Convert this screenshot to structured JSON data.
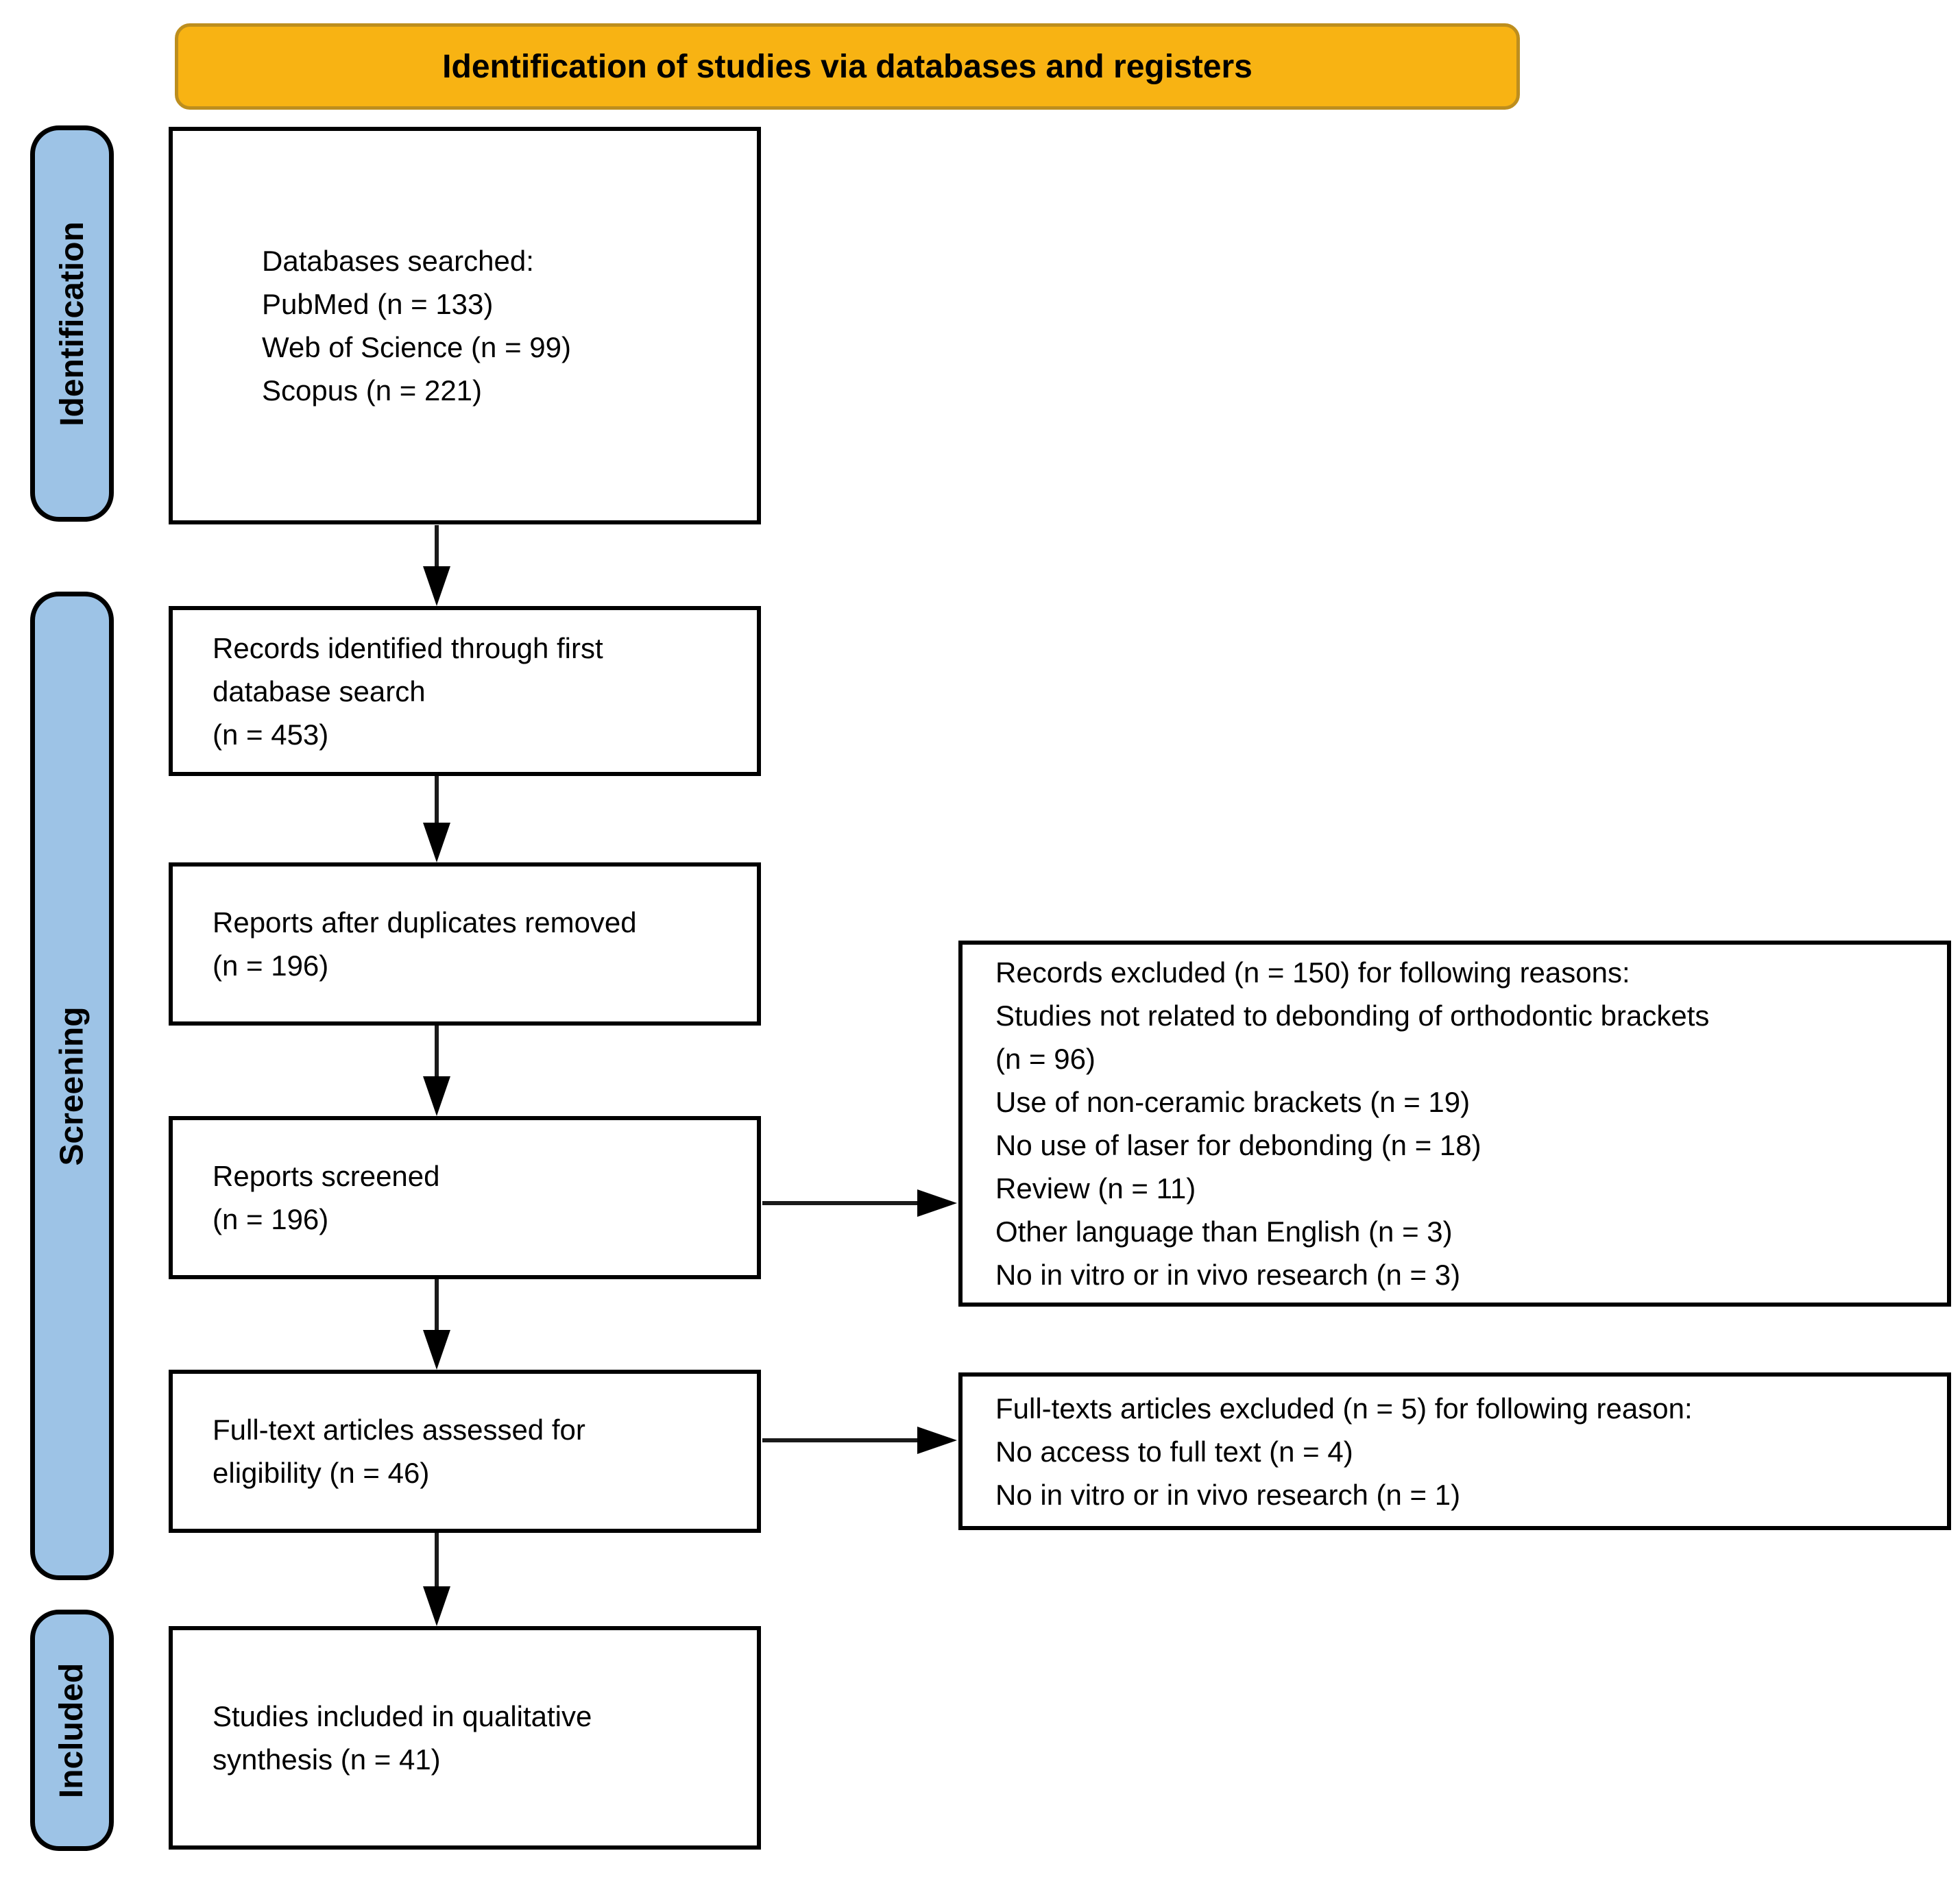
{
  "banner": {
    "title": "Identification of studies via databases and registers"
  },
  "stages": [
    {
      "label": "Identification"
    },
    {
      "label": "Screening"
    },
    {
      "label": "Included"
    }
  ],
  "flow": {
    "databases": {
      "lines": [
        "Databases searched:",
        "PubMed (n = 133)",
        "Web of Science (n = 99)",
        "Scopus (n = 221)"
      ]
    },
    "identified": {
      "lines": [
        "Records identified through first",
        "database search",
        "(n = 453)"
      ]
    },
    "duplicates": {
      "lines": [
        "Reports after duplicates removed",
        "(n = 196)"
      ]
    },
    "screened": {
      "lines": [
        "Reports screened",
        "(n = 196)"
      ]
    },
    "fulltext": {
      "lines": [
        "Full-text articles assessed for",
        "eligibility (n = 46)"
      ]
    },
    "included": {
      "lines": [
        "Studies included in qualitative",
        "synthesis (n = 41)"
      ]
    }
  },
  "exclusions": {
    "records_excluded": {
      "lines": [
        "Records excluded (n = 150) for following reasons:",
        "Studies not related to debonding of orthodontic brackets",
        "(n = 96)",
        "Use of non-ceramic brackets (n = 19)",
        "No use of laser for debonding (n = 18)",
        "Review (n = 11)",
        "Other language than English (n = 3)",
        "No in vitro or in vivo research (n = 3)"
      ]
    },
    "fulltext_excluded": {
      "lines": [
        "Full-texts articles excluded (n = 5) for following reason:",
        "No access to full text (n = 4)",
        "No in vitro or in vivo research (n = 1)"
      ]
    }
  },
  "colors": {
    "banner_bg": "#F8B313",
    "banner_border": "#BD8E1E",
    "stage_bg": "#9DC3E6",
    "box_bg": "#FFFFFF",
    "line": "#000000"
  }
}
